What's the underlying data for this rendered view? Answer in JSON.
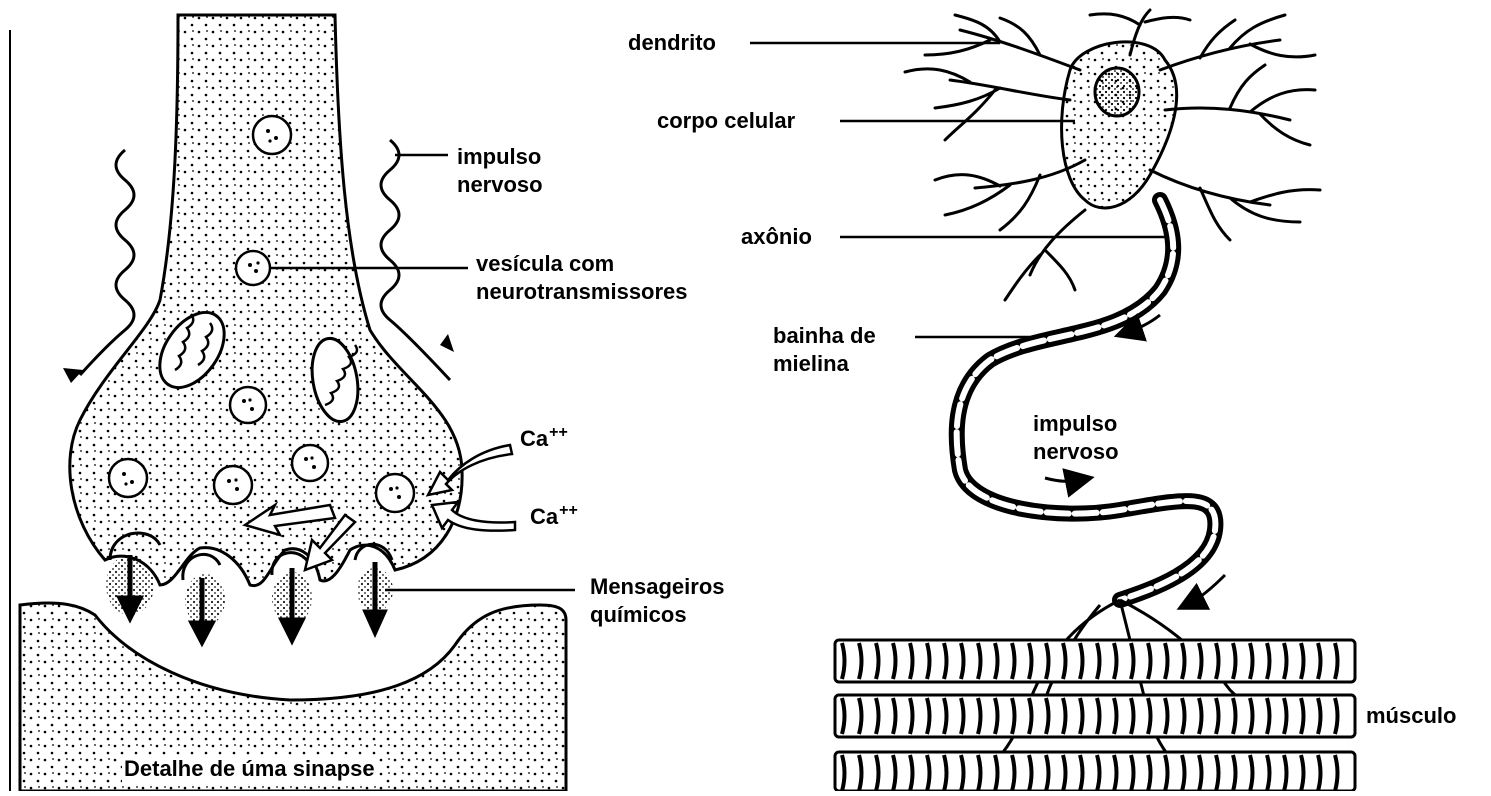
{
  "synapse": {
    "impulse": [
      "impulso",
      "nervoso"
    ],
    "vesicle": [
      "vesícula com",
      "neurotransmissores"
    ],
    "calcium_1": {
      "element": "Ca",
      "charge": "++"
    },
    "calcium_2": {
      "element": "Ca",
      "charge": "++"
    },
    "messengers": [
      "Mensageiros",
      "químicos"
    ],
    "caption": "Detalhe de úma sinapse"
  },
  "neuron": {
    "dendrite": "dendrito",
    "cell_body": "corpo celular",
    "axon": "axônio",
    "myelin": [
      "bainha de",
      "mielina"
    ],
    "impulse": [
      "impulso",
      "nervoso"
    ],
    "muscle": "músculo"
  },
  "colors": {
    "ink": "#000000",
    "paper": "#ffffff"
  }
}
